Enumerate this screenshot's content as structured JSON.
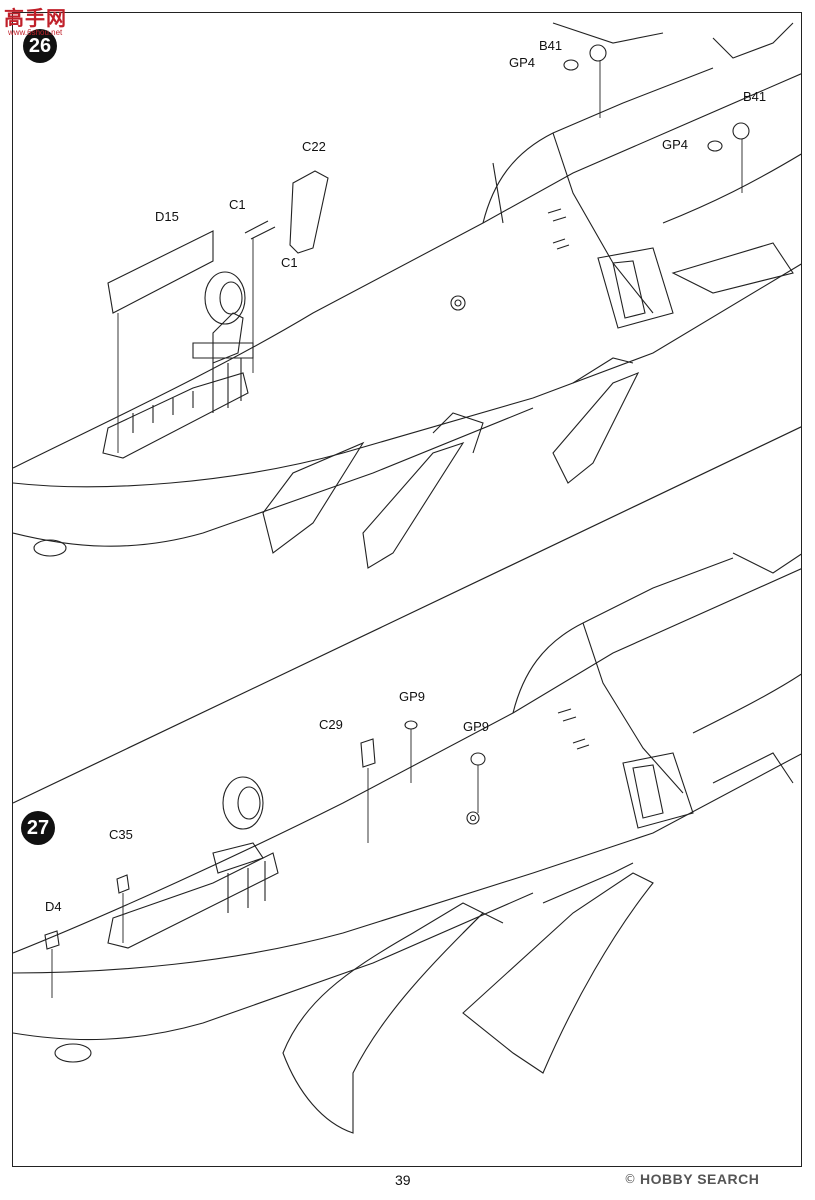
{
  "watermark_top": {
    "text": "高手网",
    "url": "www.6shou.net"
  },
  "watermark_bottom": {
    "copyright": "©",
    "text": "HOBBY SEARCH"
  },
  "page_number": "39",
  "steps": [
    {
      "number": "26",
      "parts": [
        "B41",
        "GP4",
        "B41",
        "GP4",
        "C22",
        "C1",
        "D15",
        "C1"
      ]
    },
    {
      "number": "27",
      "parts": [
        "GP9",
        "C29",
        "GP9",
        "C35",
        "D4"
      ]
    }
  ]
}
